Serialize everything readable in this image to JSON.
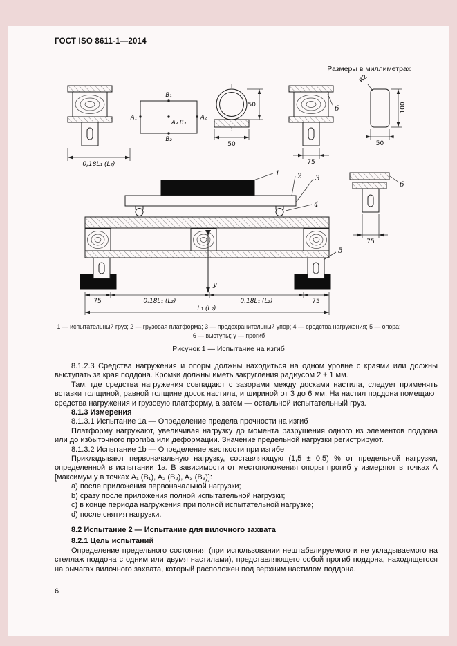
{
  "page": {
    "header": "ГОСТ ISO 8611-1—2014",
    "units_note": "Размеры в миллиметрах",
    "page_number": "6"
  },
  "figure": {
    "caption": "Рисунок 1 — Испытание на изгиб",
    "legend_line1": "1 — испытательный груз; 2 — грузовая платформа; 3 — предохранительный упор; 4 — средства нагружения; 5 — опора;",
    "legend_line2": "6 — выступы; y — прогиб",
    "labels": {
      "point_b1": "B₁",
      "point_a1": "A₁",
      "point_a3b3": "A₃ B₃",
      "point_a2": "A₂",
      "point_b2": "B₂",
      "callout_1": "1",
      "callout_2": "2",
      "callout_3": "3",
      "callout_4": "4",
      "callout_5": "5",
      "callout_6_top": "6",
      "callout_6_side": "6",
      "deflection": "y",
      "dim_018_top": "0,18L₁ (L₂)",
      "dim_018_left": "0,18L₁ (L₂)",
      "dim_018_right": "0,18L₁ (L₂)",
      "dim_75_top": "75",
      "dim_75_side": "75",
      "dim_75_bottom_left": "75",
      "dim_75_bottom_right": "75",
      "dim_overall": "L₁ (L₂)",
      "dim_tube_width": "50",
      "dim_tube_height": "50",
      "dim_tab_height": "100",
      "dim_tab_width": "50",
      "dim_radius": "R2"
    }
  },
  "content": {
    "paragraphs": [
      {
        "text": "8.1.2.3 Средства нагружения и опоры должны находиться на одном уровне с краями или должны выступать за края поддона. Кромки должны иметь закругления радиусом 2 ± 1 мм."
      },
      {
        "text": "Там, где средства нагружения совпадают с зазорами между досками настила, следует применять вставки толщиной, равной толщине досок настила, и шириной от 3 до 6 мм. На настил поддона помещают средства нагружения и грузовую платформу, а затем — остальной испытательный груз."
      },
      {
        "text": "8.1.3 Измерения"
      },
      {
        "text": "8.1.3.1 Испытание 1a — Определение предела прочности на изгиб"
      },
      {
        "text": "Платформу нагружают, увеличивая нагрузку до момента разрушения одного из элементов поддона или до избыточного прогиба или деформации. Значение предельной нагрузки регистрируют."
      },
      {
        "text": "8.1.3.2 Испытание 1b — Определение жесткости при изгибе"
      },
      {
        "text": "Прикладывают первоначальную нагрузку, составляющую (1,5 ± 0,5) % от предельной нагрузки, определенной в испытании 1a. В зависимости от местоположения опоры прогиб y измеряют в точках A [максимум y в точках A₁ (B₁), A₂ (B₂), A₃ (B₃)]:"
      },
      {
        "text": "a) после приложения первоначальной нагрузки;"
      },
      {
        "text": "b) сразу после приложения полной испытательной нагрузки;"
      },
      {
        "text": "c) в конце периода нагружения при полной испытательной нагрузке;"
      },
      {
        "text": "d) после снятия нагрузки."
      },
      {
        "text": "8.2 Испытание 2 — Испытание для вилочного захвата"
      },
      {
        "text": "8.2.1 Цель испытаний"
      },
      {
        "text": "Определение предельного состояния (при использовании нештабелируемого и не укладываемого на стеллаж поддона с одним или двумя настилами), представляющего собой прогиб поддона, находящегося на рычагах вилочного захвата, который расположен под верхним настилом поддона."
      }
    ]
  }
}
